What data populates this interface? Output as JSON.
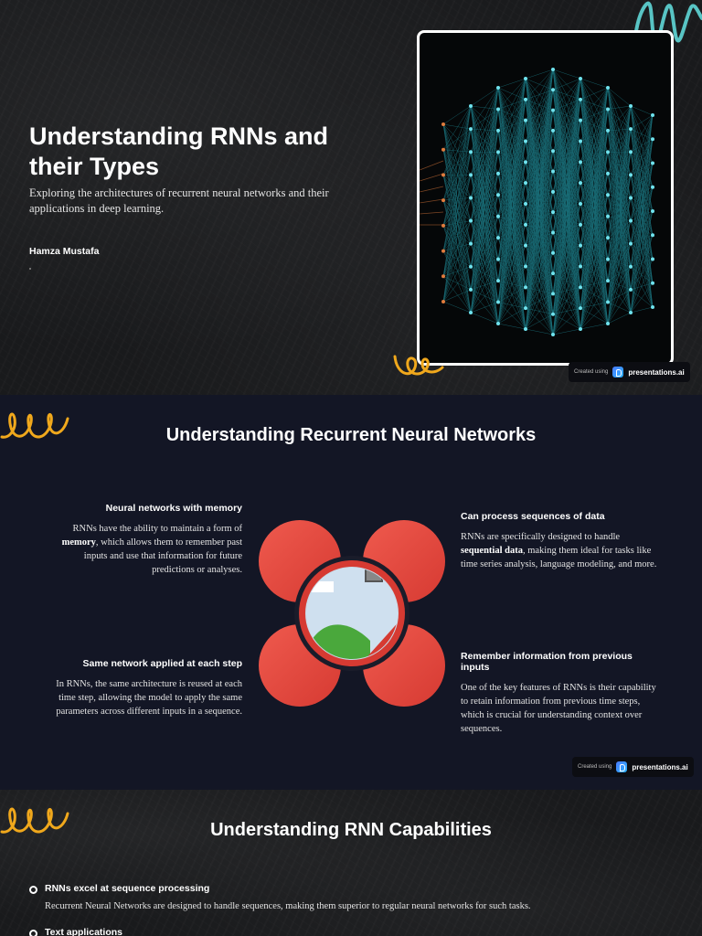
{
  "slide1": {
    "title": "Understanding RNNs and their Types",
    "subtitle": "Exploring the architectures of recurrent neural networks and their applications in deep learning.",
    "author": "Hamza Mustafa",
    "badge": {
      "created": "Created using",
      "brand": "presentations.ai"
    }
  },
  "slide2": {
    "title": "Understanding Recurrent Neural Networks",
    "features": [
      {
        "title": "Neural networks with memory",
        "pre": "RNNs have the ability to maintain a form of ",
        "bold": "memory",
        "post": ", which allows them to remember past inputs and use that information for future predictions or analyses."
      },
      {
        "title": "Can process sequences of data",
        "pre": "RNNs are specifically designed to handle ",
        "bold": "sequential data",
        "post": ", making them ideal for tasks like time series analysis, language modeling, and more."
      },
      {
        "title": "Same network applied at each step",
        "pre": "In RNNs, the same architecture is reused at each time step, allowing the model to apply the same parameters across different inputs in a sequence.",
        "bold": "",
        "post": ""
      },
      {
        "title": "Remember information from previous inputs",
        "pre": "One of the key features of RNNs is their capability to retain information from previous time steps, which is crucial for understanding context over sequences.",
        "bold": "",
        "post": ""
      }
    ],
    "badge": {
      "created": "Created using",
      "brand": "presentations.ai"
    }
  },
  "slide3": {
    "title": "Understanding RNN Capabilities",
    "bullets": [
      {
        "title": "RNNs excel at sequence processing",
        "text": "Recurrent Neural Networks are designed to handle sequences, making them superior to regular neural networks for such tasks."
      },
      {
        "title": "Text applications",
        "text": ""
      }
    ]
  },
  "colors": {
    "accent_red": "#e2453b",
    "network_cyan": "#2bc4d6",
    "squiggle": "#f0a81c",
    "teal_squiggle": "#58c4c4"
  }
}
